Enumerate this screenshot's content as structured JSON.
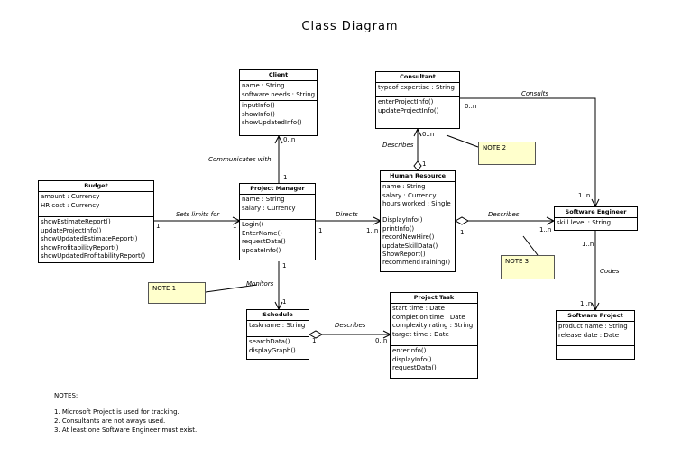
{
  "title": "Class Diagram",
  "classes": {
    "client": {
      "name": "Client",
      "attributes": [
        "name : String",
        "software needs : String"
      ],
      "operations": [
        "inputInfo()",
        "showInfo()",
        "showUpdatedInfo()"
      ]
    },
    "consultant": {
      "name": "Consultant",
      "attributes": [
        "typeof expertise : String"
      ],
      "operations": [
        "enterProjectInfo()",
        "updateProjectInfo()"
      ]
    },
    "budget": {
      "name": "Budget",
      "attributes": [
        "amount : Currency",
        "HR cost : Currency"
      ],
      "operations": [
        "showEstimateReport()",
        "updateProjectInfo()",
        "showUpdatedEstimateReport()",
        "showProfitabilityReport()",
        "showUpdatedProfitabilityReport()"
      ]
    },
    "project_manager": {
      "name": "Project Manager",
      "attributes": [
        "name : String",
        "salary : Currency"
      ],
      "operations": [
        "Login()",
        "EnterName()",
        "requestData()",
        "updateInfo()"
      ]
    },
    "human_resource": {
      "name": "Human Resource",
      "attributes": [
        "name : String",
        "salary : Currency",
        "hours worked : Single"
      ],
      "operations": [
        "DisplayInfo()",
        "printInfo()",
        "recordNewHire()",
        "updateSkillData()",
        "ShowReport()",
        "recommendTraining()"
      ]
    },
    "software_engineer": {
      "name": "Software Engineer",
      "attributes": [
        "skill level : String"
      ],
      "operations": []
    },
    "schedule": {
      "name": "Schedule",
      "attributes": [
        "taskname : String"
      ],
      "operations": [
        "searchData()",
        "displayGraph()"
      ]
    },
    "project_task": {
      "name": "Project Task",
      "attributes": [
        "start time : Date",
        "completion time : Date",
        "complexity rating : String",
        "target time : Date"
      ],
      "operations": [
        "enterInfo()",
        "displayInfo()",
        "requestData()"
      ]
    },
    "software_project": {
      "name": "Software Project",
      "attributes": [
        "product name : String",
        "release date : Date"
      ],
      "operations": []
    }
  },
  "associations": {
    "consults": "Consults",
    "communicates_with": "Communicates with",
    "sets_limits_for": "Sets limits for",
    "directs": "Directs",
    "describes_hr_se": "Describes",
    "describes_consultant_hr": "Describes",
    "monitors": "Monitors",
    "describes_schedule_task": "Describes",
    "codes": "Codes"
  },
  "multiplicities": {
    "consultant_consults": "0..n",
    "se_consults": "1..n",
    "client_cw": "0..n",
    "pm_cw": "1",
    "budget_slf": "1",
    "pm_slf": "1",
    "pm_directs": "1",
    "hr_directs": "1..n",
    "consultant_desc": "0..n",
    "hr_desc_top": "1",
    "hr_desc_right": "1",
    "se_desc": "1..n",
    "pm_monitors": "1",
    "schedule_monitors": "1",
    "schedule_desc": "1",
    "task_desc": "0..n",
    "se_codes": "1..n",
    "sp_codes": "1..n"
  },
  "notes": {
    "note1": "NOTE 1",
    "note2": "NOTE 2",
    "note3": "NOTE 3"
  },
  "footnotes": {
    "heading": "NOTES:",
    "items": [
      "1.  Microsoft Project is used for tracking.",
      "2.  Consultants are not aways used.",
      "3.  At least one Software Engineer must exist."
    ]
  }
}
